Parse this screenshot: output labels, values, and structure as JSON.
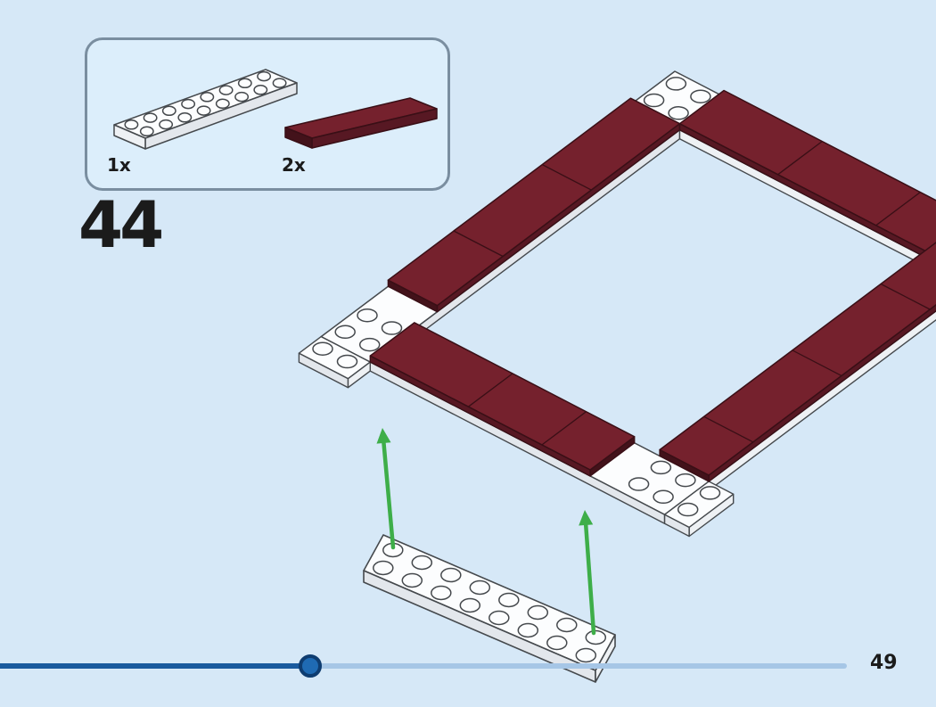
{
  "step_panel": {
    "step_number": "44"
  },
  "parts_callout": {
    "parts": [
      {
        "quantity": "1x",
        "piece": "white-plate-2x8"
      },
      {
        "quantity": "2x",
        "piece": "dark-red-tile-1x4"
      }
    ]
  },
  "progress_bar": {
    "total_steps_label": "49",
    "position_fraction": 0.366
  },
  "colors": {
    "background": "#d6e8f7",
    "callout_fill": "#dceefb",
    "callout_border": "#7a8ea0",
    "dark_red": "#75212d",
    "dark_red_shade": "#571823",
    "dark_red_dark": "#43121a",
    "maroon_outline": "#390f16",
    "outline": "#45494d",
    "white_piece": "#fcfdfe",
    "white_side": "#e3e7ec",
    "white_side2": "#eef1f4",
    "arrow_green": "#3eae49",
    "progress_filled": "#195a9e",
    "progress_empty": "#a6c6e6",
    "progress_knob_fill": "#1f6ab3",
    "progress_knob_ring": "#0e3c70",
    "text": "#1b1b1b"
  }
}
